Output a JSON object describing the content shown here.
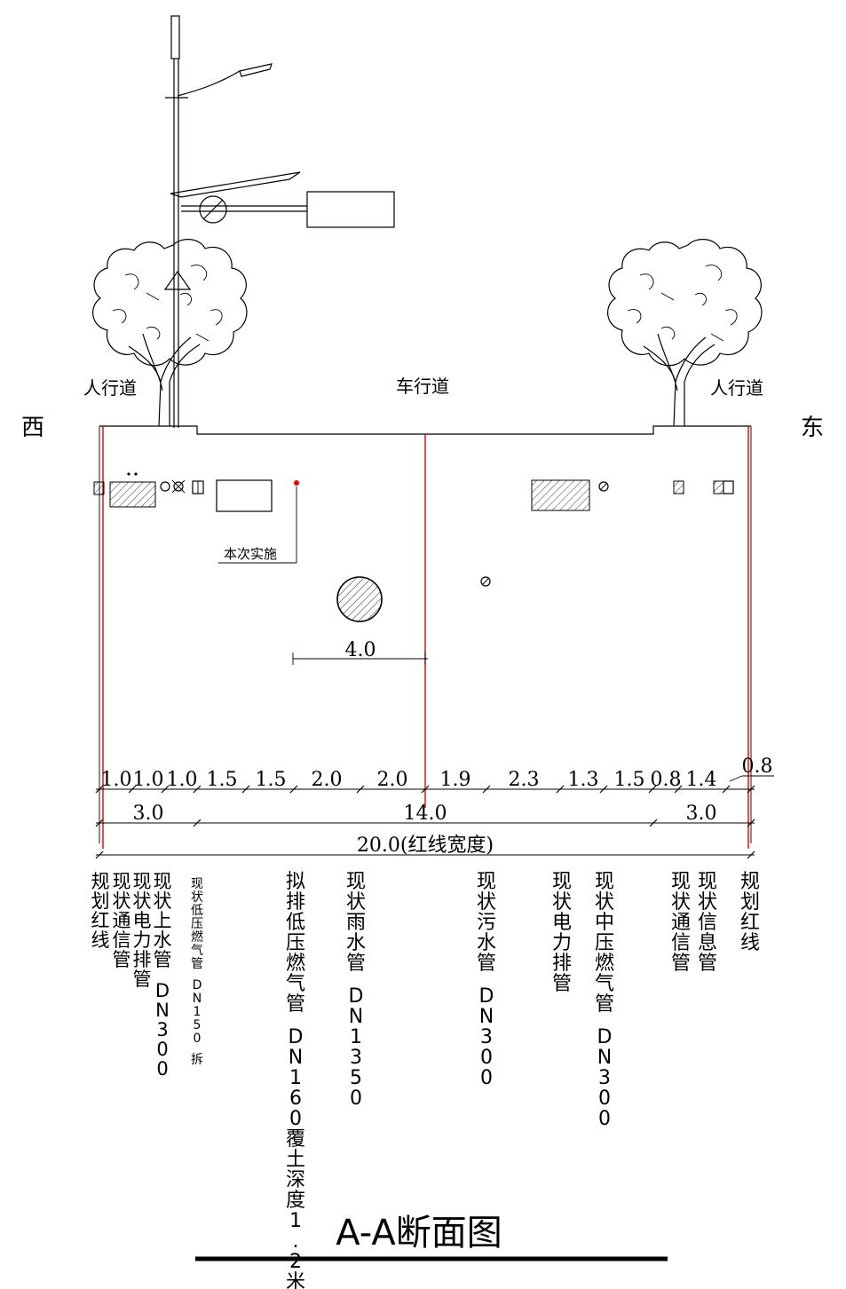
{
  "directions": {
    "west": "西",
    "east": "东"
  },
  "road_labels": {
    "sidewalk_west": "人行道",
    "carriageway": "车行道",
    "sidewalk_east": "人行道"
  },
  "callout": "本次实施",
  "offset_dimension": "4.0",
  "segment_dims": [
    "1.0",
    "1.0",
    "1.0",
    "1.5",
    "1.5",
    "2.0",
    "2.0",
    "1.9",
    "2.3",
    "1.3",
    "1.5",
    "0.8",
    "1.4",
    "0.8"
  ],
  "zone_dims": [
    "3.0",
    "14.0",
    "3.0"
  ],
  "total_dim": "20.0(红线宽度)",
  "pipe_labels": [
    "规划红线",
    "现状通信管",
    "现状电力排管",
    "现状上水管 DN300",
    "现状低压燃气管 DN150 拆",
    "拟排低压燃气管 DN160覆土深度1.2米",
    "现状雨水管 DN1350",
    "现状污水管 DN300",
    "现状电力排管",
    "现状中压燃气管 DN300",
    "现状通信管",
    "现状信息管",
    "规划红线"
  ],
  "title": "A-A断面图",
  "colors": {
    "line": "#000000",
    "red_line": "#e60000"
  }
}
